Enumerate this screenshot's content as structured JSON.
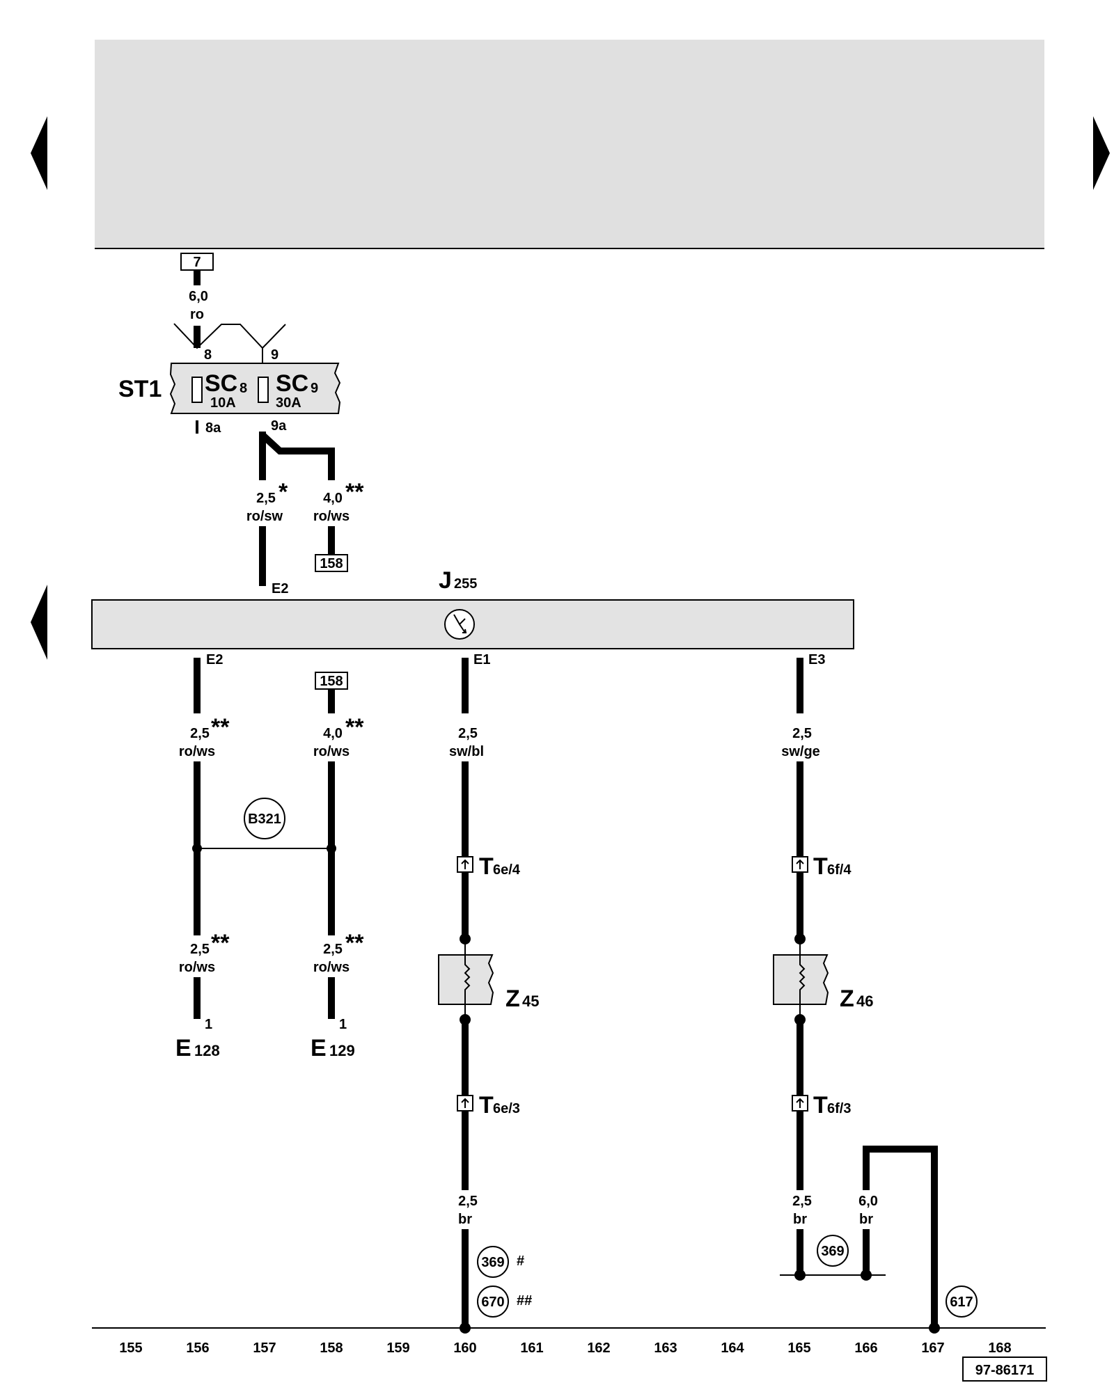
{
  "wires": [
    {
      "id": "w-6-ro",
      "size": "6,0",
      "color": "ro",
      "mark": ""
    },
    {
      "id": "w-25-rosw",
      "size": "2,5",
      "color": "ro/sw",
      "mark": "*"
    },
    {
      "id": "w-40-rows-top",
      "size": "4,0",
      "color": "ro/ws",
      "mark": "**"
    },
    {
      "id": "w-25-rows-e2",
      "size": "2,5",
      "color": "ro/ws",
      "mark": "**"
    },
    {
      "id": "w-40-rows-158",
      "size": "4,0",
      "color": "ro/ws",
      "mark": "**"
    },
    {
      "id": "w-25-swbl",
      "size": "2,5",
      "color": "sw/bl",
      "mark": ""
    },
    {
      "id": "w-25-swge",
      "size": "2,5",
      "color": "sw/ge",
      "mark": ""
    },
    {
      "id": "w-25-rows-e128",
      "size": "2,5",
      "color": "ro/ws",
      "mark": "**"
    },
    {
      "id": "w-25-rows-e129",
      "size": "2,5",
      "color": "ro/ws",
      "mark": "**"
    },
    {
      "id": "w-25-br-160",
      "size": "2,5",
      "color": "br",
      "mark": ""
    },
    {
      "id": "w-25-br-165",
      "size": "2,5",
      "color": "br",
      "mark": ""
    },
    {
      "id": "w-60-br-166",
      "size": "6,0",
      "color": "br",
      "mark": ""
    }
  ],
  "refs": {
    "box7": "7",
    "box158_top": "158",
    "box158_bottom": "158"
  },
  "fusebox": {
    "name": "ST1",
    "fuse1": {
      "main": "SC",
      "sub": "8",
      "rating": "10A"
    },
    "fuse2": {
      "main": "SC",
      "sub": "9",
      "rating": "30A"
    },
    "pins": {
      "in1": "8",
      "in2": "9",
      "out1": "8a",
      "out2": "9a"
    }
  },
  "relay": {
    "main": "J",
    "sub": "255",
    "pins": {
      "top_e2": "E2",
      "e2": "E2",
      "e1": "E1",
      "e3": "E3"
    }
  },
  "connectors": [
    {
      "main": "T",
      "sub": "6e/4"
    },
    {
      "main": "T",
      "sub": "6f/4"
    },
    {
      "main": "T",
      "sub": "6e/3"
    },
    {
      "main": "T",
      "sub": "6f/3"
    }
  ],
  "components": {
    "z45": {
      "main": "Z",
      "sub": "45"
    },
    "z46": {
      "main": "Z",
      "sub": "46"
    },
    "e128": {
      "main": "E",
      "sub": "128",
      "pin": "1"
    },
    "e129": {
      "main": "E",
      "sub": "129",
      "pin": "1"
    }
  },
  "circles": {
    "b321": "B321",
    "c369a": "369",
    "c670": "670",
    "c369b": "369",
    "c617": "617"
  },
  "marks": {
    "m369": "#",
    "m670": "##"
  },
  "ruler": [
    "155",
    "156",
    "157",
    "158",
    "159",
    "160",
    "161",
    "162",
    "163",
    "164",
    "165",
    "166",
    "167",
    "168"
  ],
  "figure_id": "97-86171",
  "colors": {
    "banner": "#e0e0e0",
    "component": "#e3e3e3",
    "ink": "#000000"
  }
}
